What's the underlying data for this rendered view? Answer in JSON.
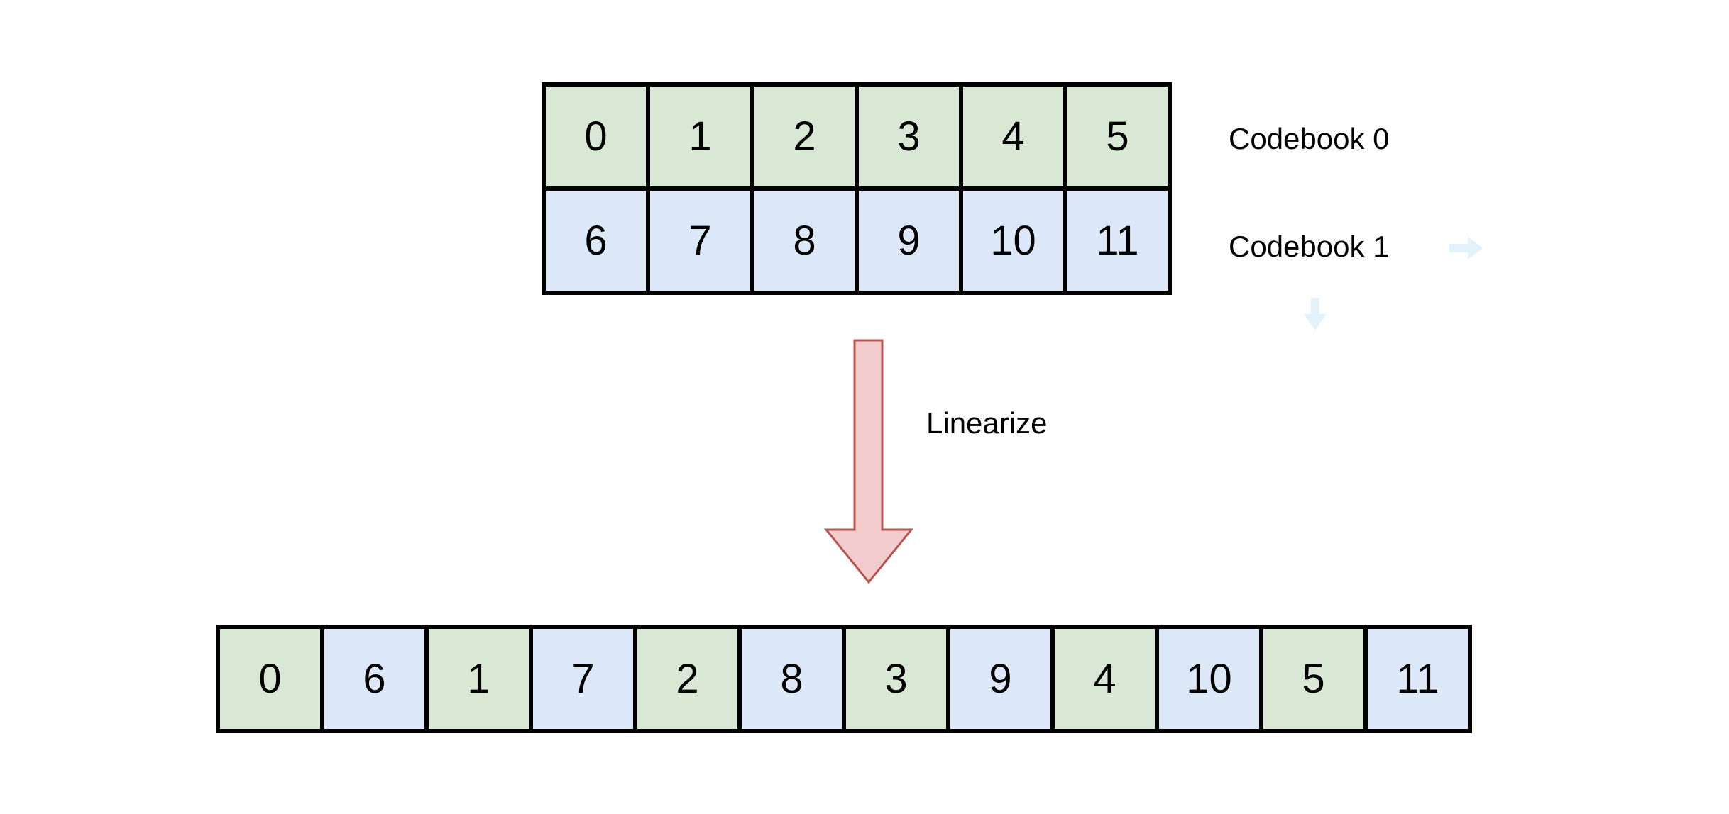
{
  "colors": {
    "codebook_0_fill": "#d9e8d5",
    "codebook_1_fill": "#dce8f8",
    "border": "#000000",
    "arrow_fill": "#f2cccc",
    "arrow_stroke": "#b85450",
    "faint_arrow": "#e3f1fb"
  },
  "grid": {
    "rows": [
      {
        "label": "Codebook 0",
        "codebook": 0,
        "cells": [
          "0",
          "1",
          "2",
          "3",
          "4",
          "5"
        ]
      },
      {
        "label": "Codebook 1",
        "codebook": 1,
        "cells": [
          "6",
          "7",
          "8",
          "9",
          "10",
          "11"
        ]
      }
    ]
  },
  "transform": {
    "label": "Linearize",
    "icon": "arrow-down-icon"
  },
  "linear": {
    "cells": [
      {
        "value": "0",
        "codebook": 0
      },
      {
        "value": "6",
        "codebook": 1
      },
      {
        "value": "1",
        "codebook": 0
      },
      {
        "value": "7",
        "codebook": 1
      },
      {
        "value": "2",
        "codebook": 0
      },
      {
        "value": "8",
        "codebook": 1
      },
      {
        "value": "3",
        "codebook": 0
      },
      {
        "value": "9",
        "codebook": 1
      },
      {
        "value": "4",
        "codebook": 0
      },
      {
        "value": "10",
        "codebook": 1
      },
      {
        "value": "5",
        "codebook": 0
      },
      {
        "value": "11",
        "codebook": 1
      }
    ]
  },
  "faint_icons": [
    "arrow-right-icon",
    "arrow-down-icon"
  ]
}
